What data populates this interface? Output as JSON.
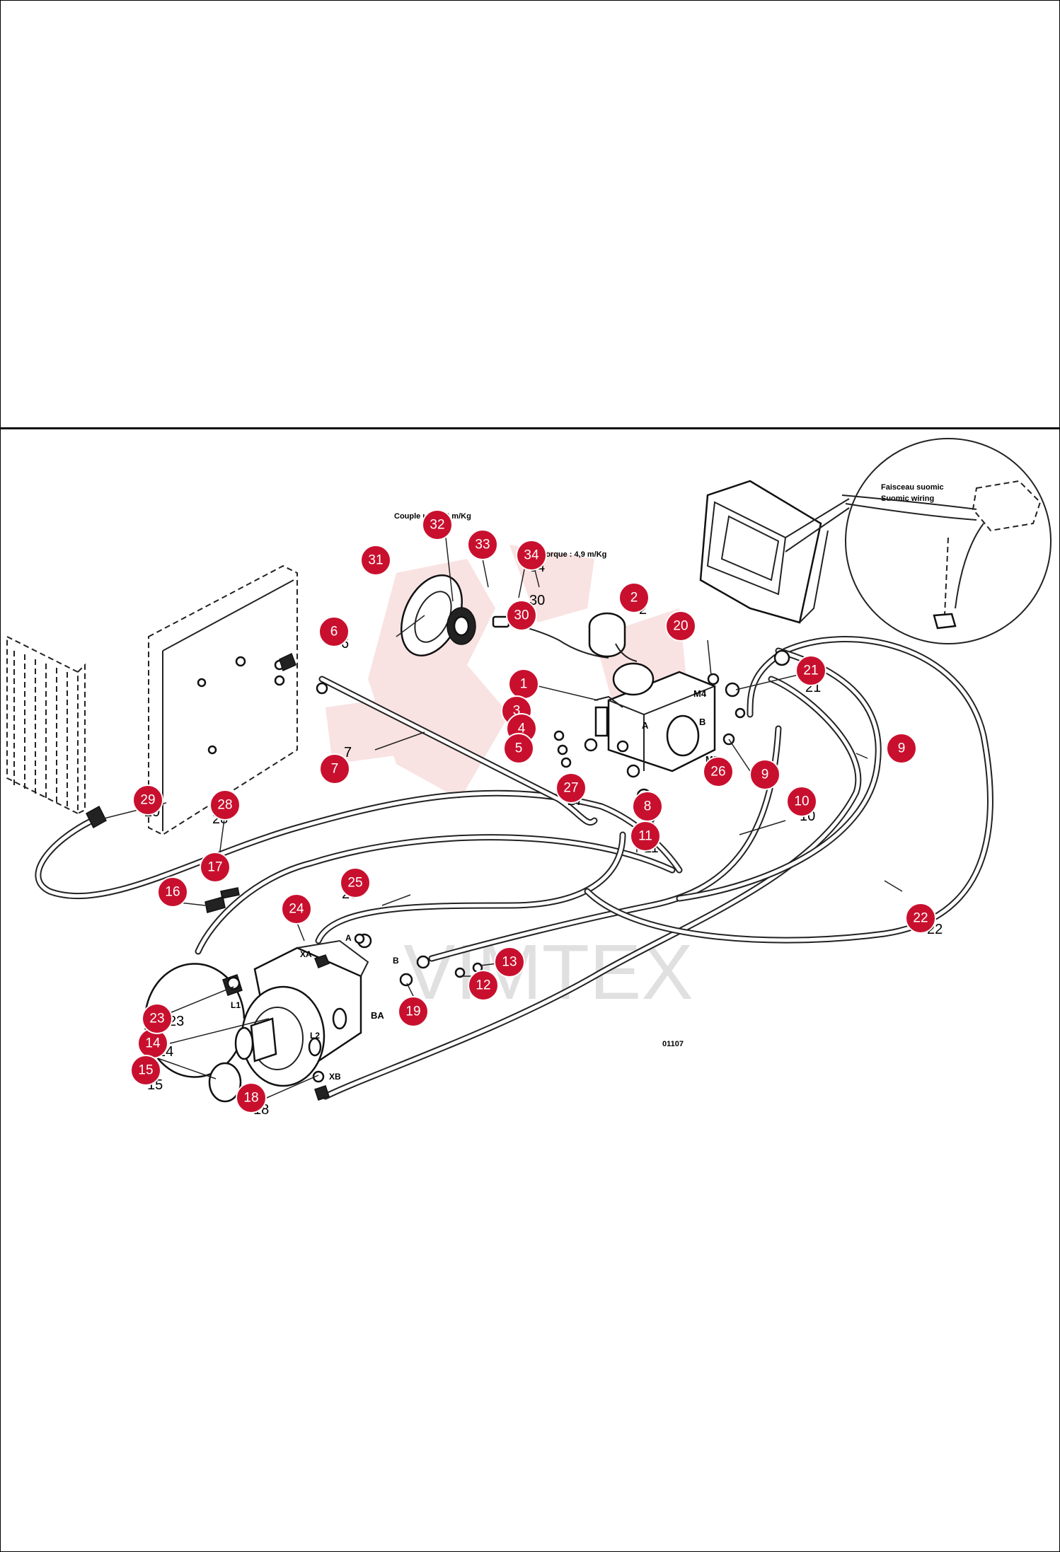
{
  "diagram": {
    "drawing_number": "01107",
    "torque_label_1": "Couple   ue : 8,6 m/Kg",
    "torque_label_2": "e / Torque : 4,9 m/Kg",
    "inset_label_1": "Faisceau suomic",
    "inset_label_2": "Suomic wiring",
    "watermark": "VIMTEX",
    "port_labels": {
      "M4": "M4",
      "M5": "M5",
      "A_valve": "A",
      "B_valve": "B",
      "XA": "XA",
      "XB": "XB",
      "L1": "L1",
      "L2": "L2",
      "BA": "BA",
      "A_motor": "A",
      "B_motor": "B"
    },
    "callouts": [
      "1",
      "2",
      "3",
      "4",
      "5",
      "6",
      "7",
      "8",
      "9",
      "9",
      "10",
      "11",
      "12",
      "13",
      "14",
      "15",
      "16",
      "17",
      "18",
      "19",
      "20",
      "21",
      "22",
      "23",
      "24",
      "25",
      "26",
      "27",
      "28",
      "29",
      "30",
      "31",
      "32",
      "33",
      "34"
    ],
    "printed_numbers": [
      "2",
      "6",
      "7",
      "9",
      "10",
      "11",
      "21",
      "22",
      "23",
      "25",
      "27",
      "28",
      "29",
      "34",
      "30",
      "14",
      "15",
      "18",
      "8"
    ]
  },
  "colors": {
    "callout": "#c8102e",
    "line": "#222222",
    "watermark": "#f4c6c6"
  }
}
